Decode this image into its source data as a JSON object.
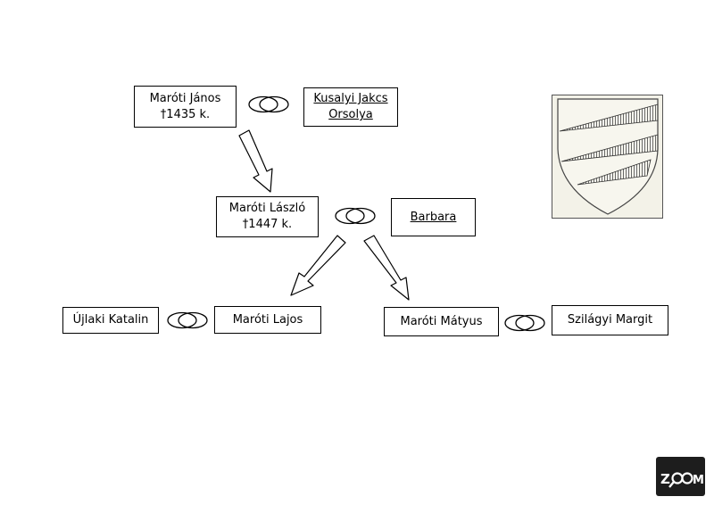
{
  "persons": {
    "janos": {
      "name": "Maróti János",
      "note": "†1435 k."
    },
    "orsolya": {
      "line1": "Kusalyi Jakcs",
      "line2": "Orsolya"
    },
    "laszlo": {
      "name": "Maróti László",
      "note": "†1447 k."
    },
    "barbara": {
      "name": "Barbara"
    },
    "katalin": {
      "name": "Újlaki Katalin"
    },
    "lajos": {
      "name": "Maróti Lajos"
    },
    "matyus": {
      "name": "Maróti Mátyus"
    },
    "margit": {
      "name": "Szilágyi Margit"
    }
  },
  "icons": {
    "marriage": "marriage-rings-icon",
    "descent": "descent-arrow-icon",
    "coat_of_arms": "coat-of-arms-icon",
    "zoom": "zoom-logo-icon"
  },
  "logo": {
    "text": "ZOOM"
  }
}
